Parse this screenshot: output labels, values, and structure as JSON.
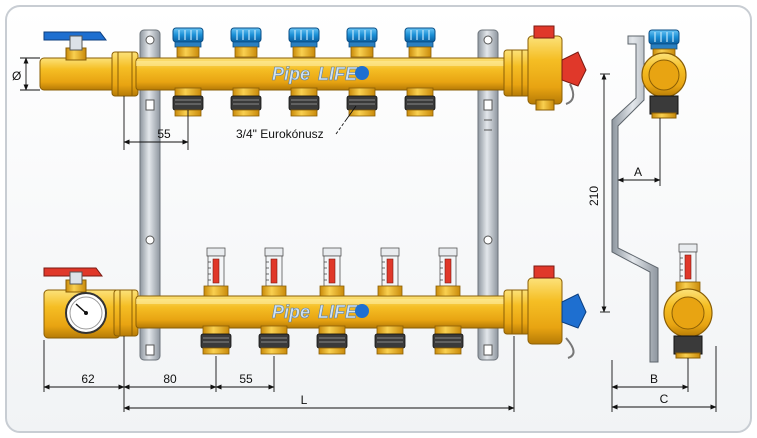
{
  "brand": {
    "left": "Pipe",
    "right": "LIFE"
  },
  "dimensions": {
    "diameter": "Ø",
    "inlet_offset": "62",
    "first_outlet": "80",
    "outlet_spacing": "55",
    "outlet_spacing_top": "55",
    "total_length": "L",
    "vertical_distance": "210",
    "side_a": "A",
    "side_b": "B",
    "side_c": "C"
  },
  "labels": {
    "eurocone": "3/4\" Eurokónusz"
  },
  "colors": {
    "manifold": "#F2B51C",
    "manifold_dark": "#C98A0A",
    "cap_blue": "#1A8FD6",
    "valve_red": "#E0382A",
    "valve_blue": "#1E6FD0",
    "bracket": "#B7BEC6",
    "border": "#C8CDD3"
  }
}
